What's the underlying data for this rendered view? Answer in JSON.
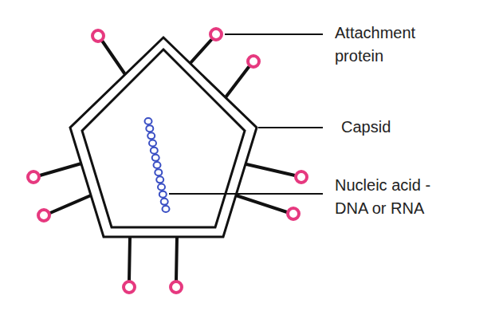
{
  "diagram": {
    "labels": [
      "Attachment protein",
      "Capsid",
      "Nucleic acid - DNA or RNA"
    ]
  }
}
